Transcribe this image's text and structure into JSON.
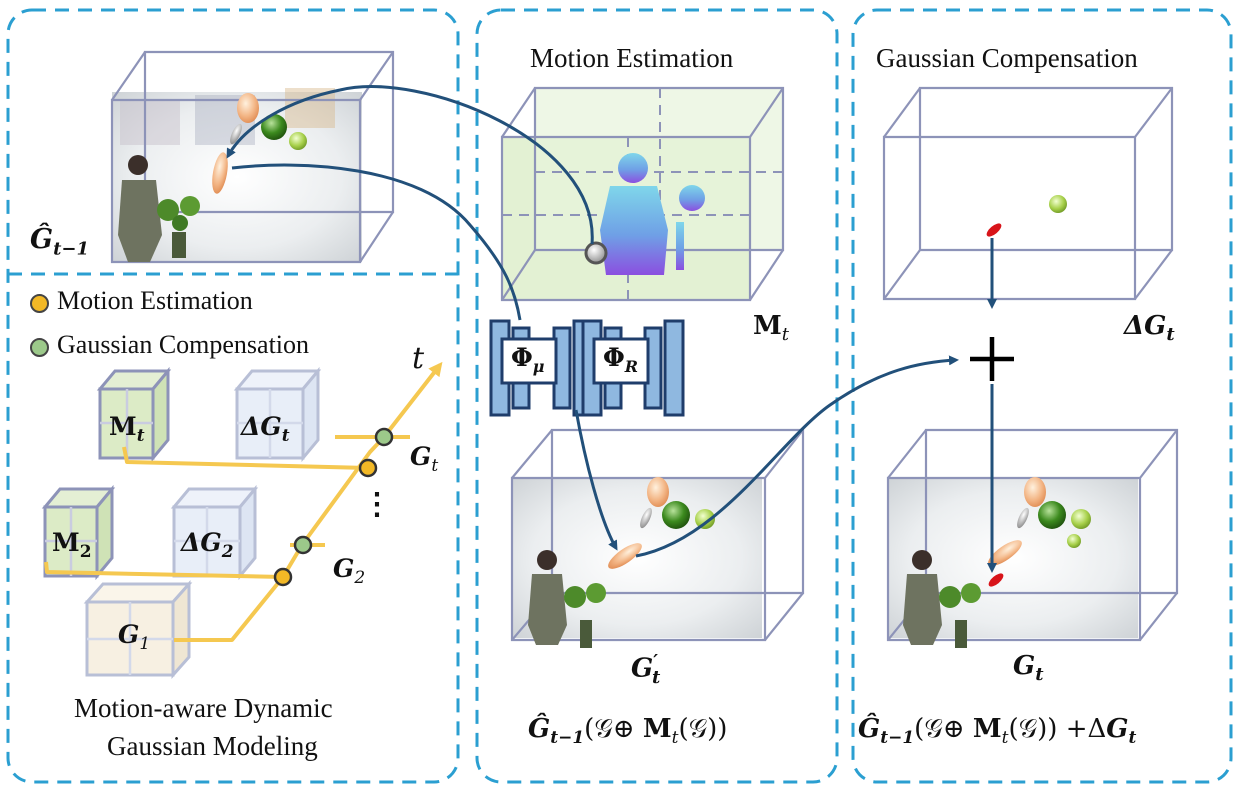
{
  "panels": {
    "left": {
      "top_label": "Ĝ_{t−1}",
      "legend": [
        {
          "label": "Motion Estimation",
          "color": "#f2b826"
        },
        {
          "label": "Gaussian Compensation",
          "color": "#9cc98a"
        }
      ],
      "timeline": {
        "axis_label": "t",
        "ellipsis": "⋮",
        "rows": [
          {
            "m_label": "M",
            "m_sub": "t",
            "dg_label": "ΔG",
            "dg_sub": "t",
            "g_label": "G",
            "g_sub": "t"
          },
          {
            "m_label": "M",
            "m_sub": "2",
            "dg_label": "ΔG",
            "dg_sub": "2",
            "g_label": "G",
            "g_sub": "2"
          }
        ],
        "base_label": "G",
        "base_sub": "1"
      },
      "caption_line1": "Motion-aware Dynamic",
      "caption_line2": "Gaussian Modeling"
    },
    "middle": {
      "title": "Motion Estimation",
      "motion_label": "M",
      "motion_sub": "t",
      "net_mu": "Φ",
      "net_mu_sub": "μ",
      "net_r": "Φ",
      "net_r_sub": "R",
      "result_label": "G",
      "result_sub": "t",
      "result_prime": "′",
      "formula": "Ĝ_{t−1}(𝒢⊕ M_t(𝒢))"
    },
    "right": {
      "title": "Gaussian Compensation",
      "delta_label": "ΔG",
      "delta_sub": "t",
      "plus": "+",
      "result_label": "G",
      "result_sub": "t",
      "formula": "Ĝ_{t−1}(𝒢⊕ M_t(𝒢)) +ΔG_t"
    }
  },
  "colors": {
    "dashed_border": "#2b9fd1",
    "arrow": "#22507a",
    "timeline": "#f5c850",
    "box_edge": "#8d93b8",
    "motion_fill": "#dcedc8",
    "net_fill": "#8fb8e0",
    "net_edge": "#1f3d6b"
  }
}
